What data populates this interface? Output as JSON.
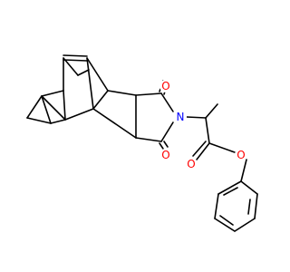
{
  "molecule": {
    "atom_labels": {
      "o_imide_top": "O",
      "o_imide_bottom": "O",
      "n_imide": "N",
      "o_carbonyl": "O",
      "o_ester": "O"
    },
    "colors": {
      "bond": "#000000",
      "oxygen": "#ff0000",
      "nitrogen": "#0000ff"
    }
  }
}
